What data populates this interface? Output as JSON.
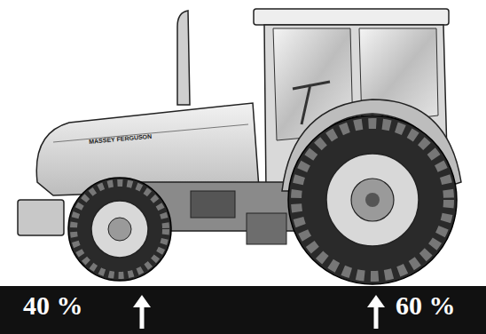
{
  "diagram": {
    "labels": [
      "40 %",
      "60 %",
      "MASSEY FERGUSON"
    ]
  }
}
